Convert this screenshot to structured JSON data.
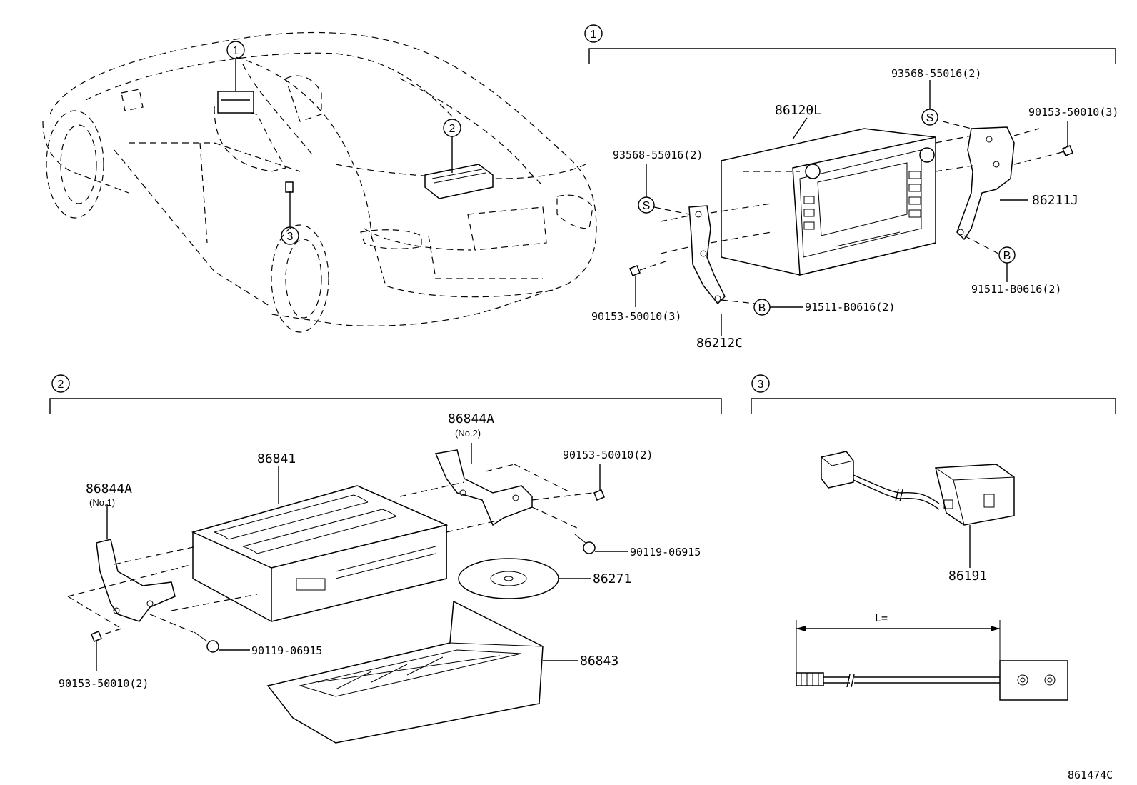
{
  "sections": {
    "s1": "1",
    "s2": "2",
    "s3": "3"
  },
  "car_callouts": [
    "1",
    "2",
    "3"
  ],
  "parts": {
    "p86120L": "86120L",
    "p93568_right": "93568-55016(2)",
    "p90153_right": "90153-50010(3)",
    "p93568_left": "93568-55016(2)",
    "p86211J": "86211J",
    "p90153_left": "90153-50010(3)",
    "p91511_left": "91511-B0616(2)",
    "p91511_right": "91511-B0616(2)",
    "p86212C": "86212C",
    "p86844A_no2": "86844A",
    "no2": "(No.2)",
    "p90153_s2_top": "90153-50010(2)",
    "p86841": "86841",
    "p86844A_no1": "86844A",
    "no1": "(No.1)",
    "p90119_right": "90119-06915",
    "p86271": "86271",
    "p90119_left": "90119-06915",
    "p86843": "86843",
    "p90153_s2_bottom": "90153-50010(2)",
    "p86191": "86191",
    "dim_l": "L="
  },
  "symbols": {
    "s": "S",
    "b": "B"
  },
  "figure_code": "861474C"
}
